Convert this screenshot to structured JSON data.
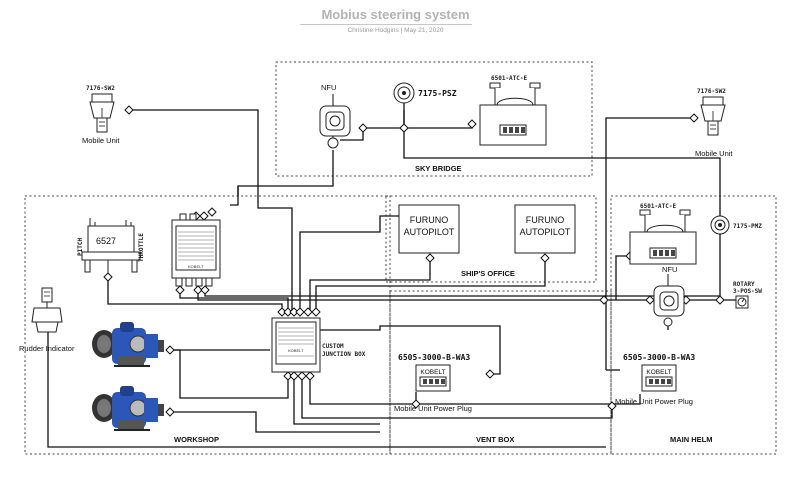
{
  "header": {
    "title": "Mobius steering system",
    "author": "Christine Hodgins",
    "date": "May 21, 2020",
    "separator": "|"
  },
  "zones": {
    "sky_bridge": "SKY BRIDGE",
    "ships_office": "SHIP'S OFFICE",
    "workshop": "WORKSHOP",
    "vent_box": "VENT BOX",
    "main_helm": "MAIN HELM"
  },
  "devices": {
    "mobile_left_code": "7176-SW2",
    "mobile_left_label": "Mobile Unit",
    "mobile_right_code": "7176-SW2",
    "mobile_right_label": "Mobile Unit",
    "nfu_sky": "NFU",
    "psz_sky": "7175-PSZ",
    "atc_sky": "6501-ATC-E",
    "furuno_1_a": "FURUNO",
    "furuno_1_b": "AUTOPILOT",
    "furuno_2_a": "FURUNO",
    "furuno_2_b": "AUTOPILOT",
    "joystick_code": "6527",
    "pitch": "PITCH",
    "throttle": "THROTTLE",
    "kobelt_ws": "KOBELT",
    "kobelt_cjb": "KOBELT",
    "cjb_a": "CUSTOM",
    "cjb_b": "JUNCTION BOX",
    "rudder": "Rudder Indicator",
    "plug_vent_code": "6505-3000-B-WA3",
    "plug_vent_brand": "KOBELT",
    "plug_vent_label": "Mobile Unit Power Plug",
    "plug_helm_code": "6505-3000-B-WA3",
    "plug_helm_brand": "KOBELT",
    "plug_helm_label": "Mobile Unit Power Plug",
    "atc_helm": "6501-ATC-E",
    "nfu_helm": "NFU",
    "pmz_helm": "7175-PMZ",
    "rotary_a": "ROTARY",
    "rotary_b": "3-POS-SW"
  }
}
